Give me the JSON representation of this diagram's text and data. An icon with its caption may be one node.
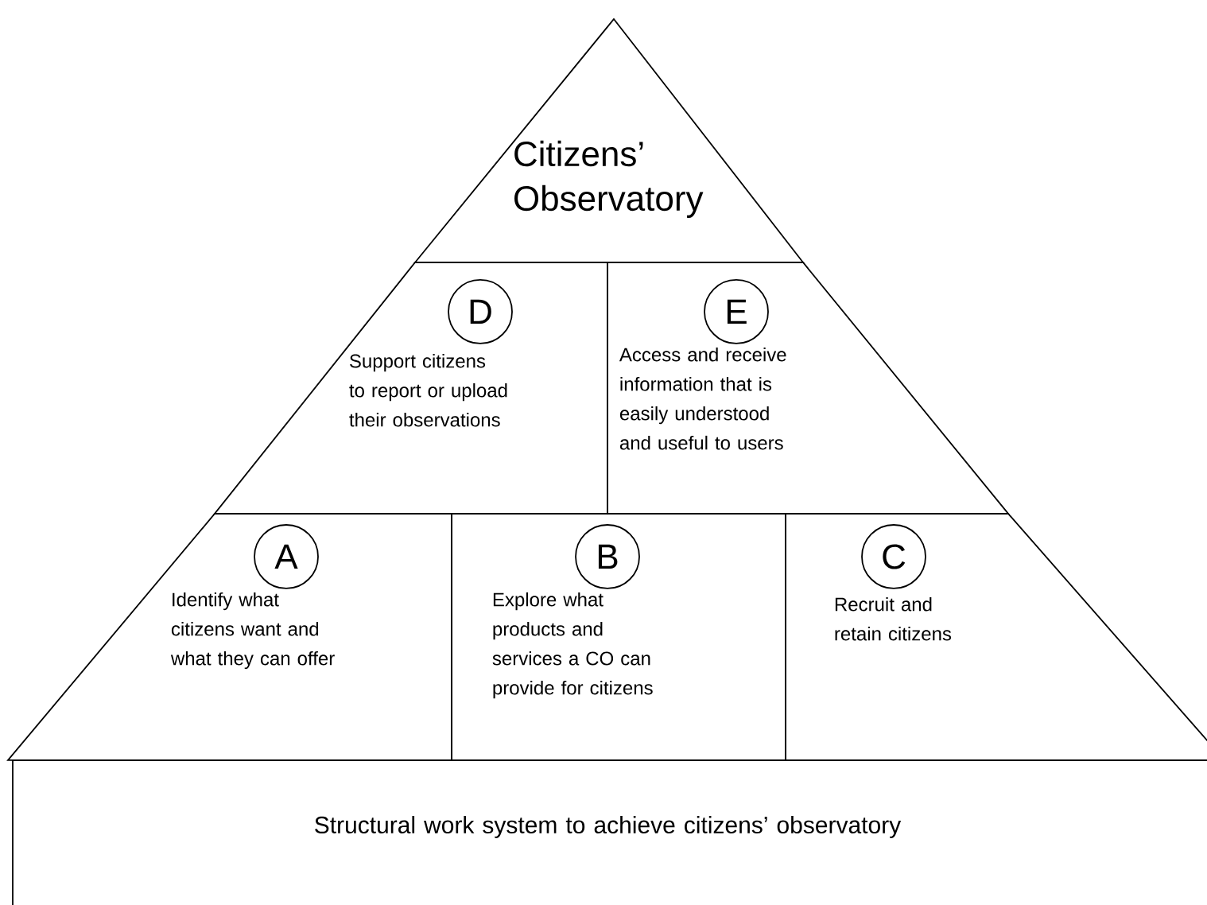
{
  "diagram": {
    "nodes": [
      {
        "text": [
          "Citizens’ Observatory"
        ]
      },
      {
        "text": [
          "Support citizens to report or upload their observations"
        ]
      },
      {
        "text": [
          "D"
        ],
        "in": 1
      },
      {
        "text": [
          "Access and receive information that is easily understood and useful to users"
        ]
      },
      {
        "text": [
          "E"
        ],
        "in": 3
      },
      {
        "text": [
          "Identify what citizens want and what they can offer"
        ]
      },
      {
        "text": [
          "A"
        ],
        "in": 5
      },
      {
        "text": [
          "Explore what products and services a CO can provide for citizens"
        ]
      },
      {
        "text": [
          "B"
        ],
        "in": 7
      },
      {
        "text": [
          "Recruit and retain citizens"
        ]
      },
      {
        "text": [
          "C"
        ],
        "in": 9
      },
      {
        "text": [
          "Structural work system to achieve citizens’ observatory"
        ]
      }
    ]
  }
}
